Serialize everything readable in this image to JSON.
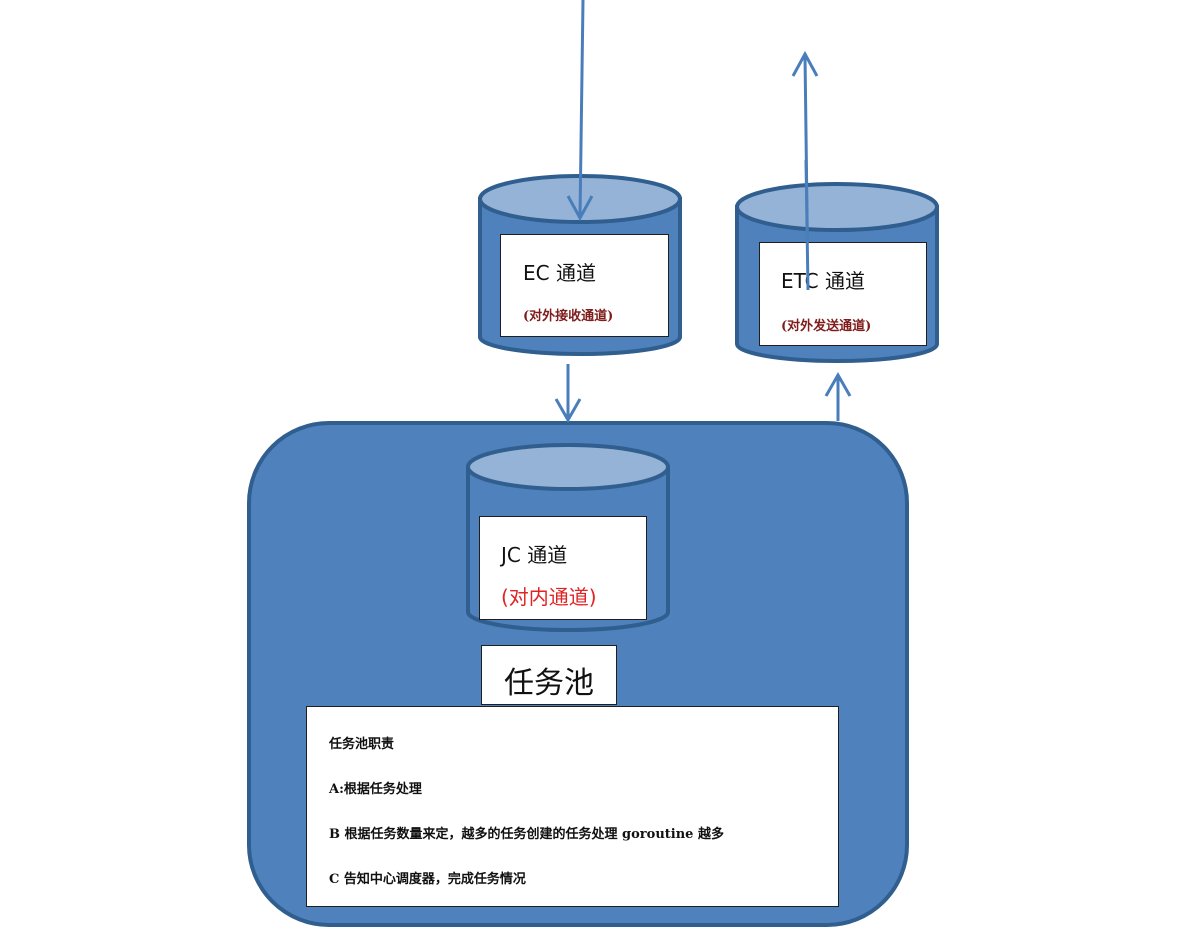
{
  "colors": {
    "container_fill": "#4f81bd",
    "container_stroke": "#2f5e8f",
    "cylinder_top": "#95b3d7",
    "arrow": "#4a7ebb",
    "subtitle_dark_red": "#7f1d1d",
    "subtitle_red": "#e02424"
  },
  "ec": {
    "title": "EC 通道",
    "subtitle": "(对外接收通道)"
  },
  "etc": {
    "title": "ETC 通道",
    "subtitle": "(对外发送通道)"
  },
  "jc": {
    "title": "JC 通道",
    "subtitle": "(对内通道)"
  },
  "pool": {
    "label": "任务池"
  },
  "duties": {
    "title": "任务池职责",
    "a": "A:根据任务处理",
    "b": "B  根据任务数量来定，越多的任务创建的任务处理 goroutine 越多",
    "c": "C  告知中心调度器，完成任务情况"
  }
}
